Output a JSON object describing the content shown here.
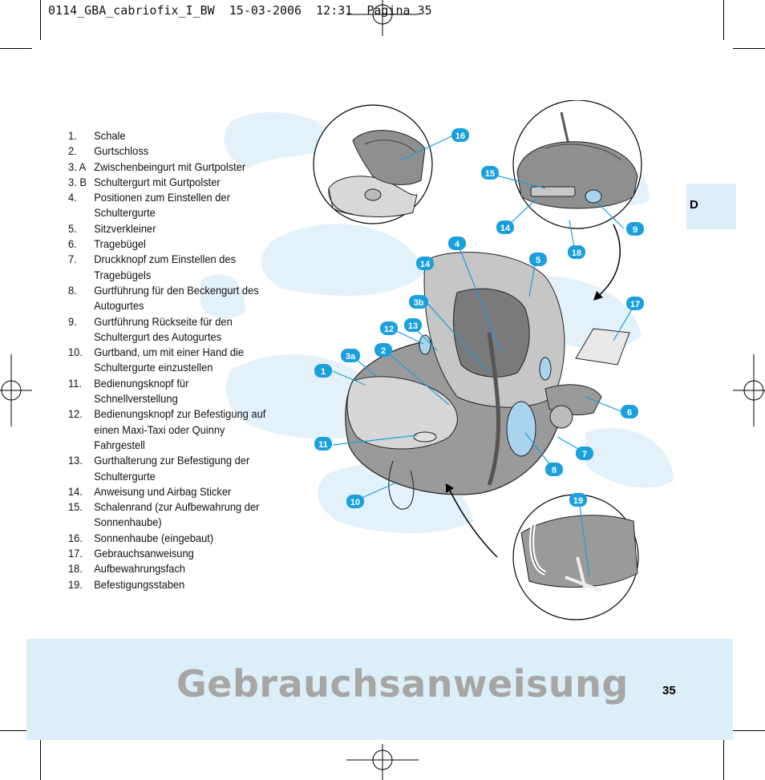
{
  "header": {
    "slug": "0114_GBA_cabriofix_I_BW  15-03-2006  12:31  Pagina 35"
  },
  "parts_list": [
    {
      "num": "1.",
      "text": "Schale"
    },
    {
      "num": "2.",
      "text": "Gurtschloss"
    },
    {
      "num": "3. A",
      "text": "Zwischenbeingurt mit Gurtpolster"
    },
    {
      "num": "3. B",
      "text": "Schultergurt mit Gurtpolster"
    },
    {
      "num": "4.",
      "text": "Positionen zum Einstellen der Schultergurte"
    },
    {
      "num": "5.",
      "text": "Sitzverkleiner"
    },
    {
      "num": "6.",
      "text": "Tragebügel"
    },
    {
      "num": "7.",
      "text": "Druckknopf zum Einstellen des Tragebügels"
    },
    {
      "num": "8.",
      "text": "Gurtführung für den Beckengurt des Autogurtes"
    },
    {
      "num": "9.",
      "text": "Gurtführung Rückseite für den Schultergurt des Autogurtes"
    },
    {
      "num": "10.",
      "text": "Gurtband, um mit einer Hand die Schultergurte einzustellen"
    },
    {
      "num": "11.",
      "text": "Bedienungsknopf für Schnellverstellung"
    },
    {
      "num": "12.",
      "text": "Bedienungsknopf zur Befestigung auf einen Maxi-Taxi oder Quinny Fahrgestell"
    },
    {
      "num": "13.",
      "text": "Gurthalterung zur Befestigung der Schultergurte"
    },
    {
      "num": "14.",
      "text": "Anweisung und Airbag Sticker"
    },
    {
      "num": "15.",
      "text": "Schalenrand (zur Aufbewahrung der Sonnenhaube)"
    },
    {
      "num": "16.",
      "text": "Sonnenhaube (eingebaut)"
    },
    {
      "num": "17.",
      "text": "Gebrauchsanweisung"
    },
    {
      "num": "18.",
      "text": "Aufbewahrungsfach"
    },
    {
      "num": "19.",
      "text": "Befestigungsstaben"
    }
  ],
  "callouts": [
    "16",
    "15",
    "14",
    "9",
    "18",
    "4",
    "5",
    "14",
    "3b",
    "17",
    "12",
    "13",
    "2",
    "3a",
    "1",
    "6",
    "7",
    "8",
    "11",
    "10",
    "19"
  ],
  "side_tab": {
    "label": "D"
  },
  "banner": {
    "title": "Gebrauchsanweisung"
  },
  "footer": {
    "page_number": "35"
  },
  "colors": {
    "banner_bg": "#dceef8",
    "title_gray": "#a6a6a6",
    "callout_blue": "#1aa0dc",
    "seat_gray": "#9a9a9a",
    "highlight_blue": "#a9d4ee"
  }
}
